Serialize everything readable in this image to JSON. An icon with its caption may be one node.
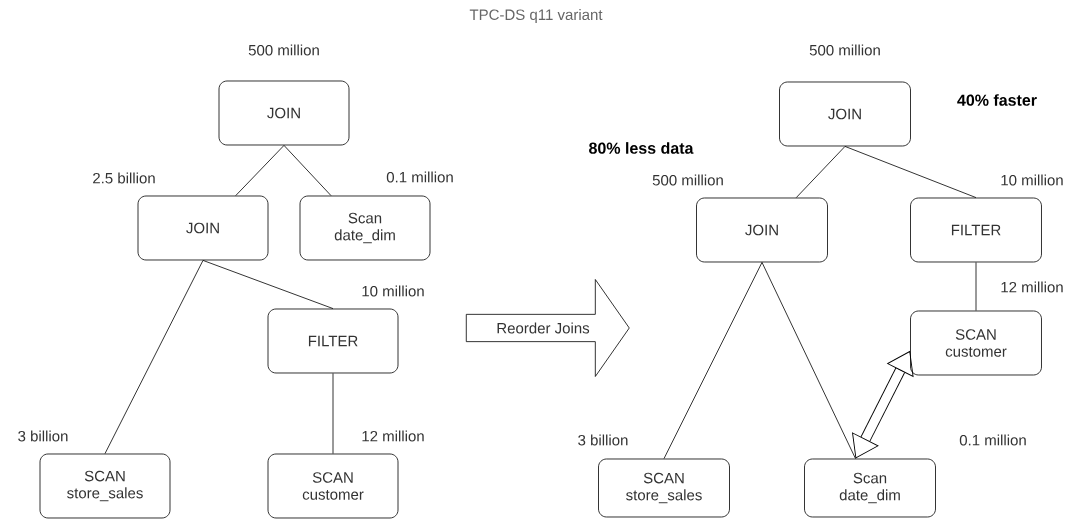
{
  "diagram": {
    "title": "TPC-DS q11 variant",
    "nodes": [
      {
        "text": [
          "JOIN"
        ],
        "beside": [
          "500 million"
        ]
      },
      {
        "text": [
          "JOIN"
        ],
        "beside": [
          "2.5 billion"
        ]
      },
      {
        "text": [
          "Scan date_dim"
        ],
        "beside": [
          "0.1 million"
        ]
      },
      {
        "text": [
          "FILTER"
        ],
        "beside": [
          "10 million"
        ]
      },
      {
        "text": [
          "SCAN store_sales"
        ],
        "beside": [
          "3 billion"
        ]
      },
      {
        "text": [
          "SCAN customer"
        ],
        "beside": [
          "12 million"
        ]
      },
      {
        "text": [
          "Reorder Joins"
        ]
      },
      {
        "text": [
          "JOIN"
        ],
        "beside": [
          "500 million"
        ]
      },
      {
        "text": [
          "JOIN"
        ],
        "beside": [
          "500 million"
        ]
      },
      {
        "text": [
          "FILTER"
        ],
        "beside": [
          "10 million"
        ]
      },
      {
        "text": [
          "SCAN customer"
        ],
        "beside": [
          "12 million"
        ]
      },
      {
        "text": [
          "SCAN store_sales"
        ],
        "beside": [
          "3 billion"
        ]
      },
      {
        "text": [
          "Scan date_dim"
        ],
        "beside": [
          "0.1 million"
        ]
      }
    ],
    "edges": [
      {
        "from": 0,
        "to": 1,
        "arrow": "none"
      },
      {
        "from": 0,
        "to": 2,
        "arrow": "none"
      },
      {
        "from": 1,
        "to": 4,
        "arrow": "none"
      },
      {
        "from": 1,
        "to": 3,
        "arrow": "none"
      },
      {
        "from": 3,
        "to": 5,
        "arrow": "none"
      },
      {
        "from": 7,
        "to": 8,
        "arrow": "none"
      },
      {
        "from": 7,
        "to": 9,
        "arrow": "none"
      },
      {
        "from": 9,
        "to": 10,
        "arrow": "none"
      },
      {
        "from": 8,
        "to": 11,
        "arrow": "none"
      },
      {
        "from": 8,
        "to": 12,
        "arrow": "none"
      },
      {
        "from": 12,
        "to": 10,
        "arrow": "both",
        "style": "thick"
      }
    ],
    "labels": [
      "40% faster",
      "80% less data"
    ]
  }
}
